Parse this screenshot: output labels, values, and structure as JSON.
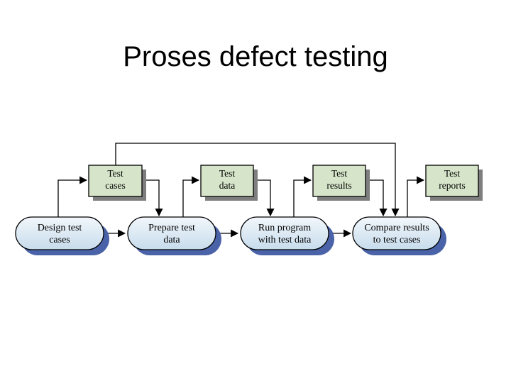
{
  "slide": {
    "title": "Proses defect testing"
  },
  "colors": {
    "process_fill_top": "#f2f7fb",
    "process_fill_bottom": "#c7dcec",
    "process_shadow": "#4a63a8",
    "document_fill": "#d6e5c9",
    "document_shadow": "#7e7e7e",
    "line": "#000000"
  },
  "diagram": {
    "processes": [
      {
        "id": "design",
        "lines": [
          "Design test",
          "cases"
        ]
      },
      {
        "id": "prepare",
        "lines": [
          "Prepare test",
          "data"
        ]
      },
      {
        "id": "run",
        "lines": [
          "Run program",
          "with test data"
        ]
      },
      {
        "id": "compare",
        "lines": [
          "Compare results",
          "to test cases"
        ]
      }
    ],
    "documents": [
      {
        "id": "test-cases",
        "lines": [
          "Test",
          "cases"
        ]
      },
      {
        "id": "test-data",
        "lines": [
          "Test",
          "data"
        ]
      },
      {
        "id": "test-results",
        "lines": [
          "Test",
          "results"
        ]
      },
      {
        "id": "test-reports",
        "lines": [
          "Test",
          "reports"
        ]
      }
    ]
  }
}
